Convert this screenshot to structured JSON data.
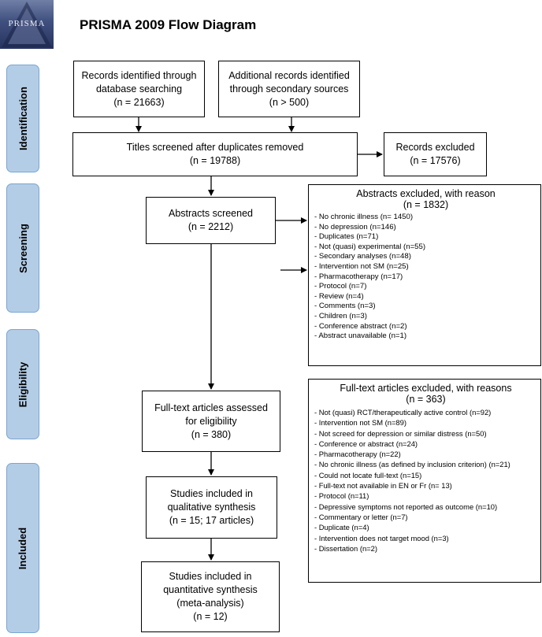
{
  "logo": {
    "text": "PRISMA"
  },
  "title": "PRISMA 2009 Flow Diagram",
  "stages": {
    "identification": "Identification",
    "screening": "Screening",
    "eligibility": "Eligibility",
    "included": "Included"
  },
  "boxes": {
    "db_search": [
      "Records identified through",
      "database searching",
      "(n = 21663)"
    ],
    "other_sources": [
      "Additional records identified",
      "through secondary sources",
      "(n > 500)"
    ],
    "after_duplicates": [
      "Titles screened after duplicates removed",
      "(n = 19788)"
    ],
    "records_excluded": [
      "Records excluded",
      "(n = 17576)"
    ],
    "abstracts_screened": [
      "Abstracts screened",
      "(n = 2212)"
    ],
    "fulltext_assessed": [
      "Full-text articles assessed",
      "for eligibility",
      "(n = 380)"
    ],
    "qualitative": [
      "Studies included in",
      "qualitative synthesis",
      "(n = 15; 17 articles)"
    ],
    "quantitative": [
      "Studies included in",
      "quantitative synthesis",
      "(meta-analysis)",
      "(n = 12)"
    ]
  },
  "abstracts_excluded": {
    "heading": "Abstracts excluded, with reason",
    "count": "(n = 1832)",
    "reasons": [
      "-  No chronic illness (n= 1450)",
      "-  No depression (n=146)",
      "-  Duplicates (n=71)",
      "-  Not (quasi) experimental (n=55)",
      "-  Secondary analyses (n=48)",
      "-  Intervention not SM (n=25)",
      "-  Pharmacotherapy (n=17)",
      "-  Protocol (n=7)",
      "-  Review (n=4)",
      "-  Comments (n=3)",
      "-  Children (n=3)",
      "-  Conference abstract (n=2)",
      "-  Abstract unavailable (n=1)"
    ]
  },
  "fulltext_excluded": {
    "heading": "Full-text articles excluded, with reasons",
    "count": "(n = 363)",
    "reasons": [
      "-  Not (quasi) RCT/therapeutically active control (n=92)",
      "-  Intervention not SM (n=89)",
      "-  Not screed for depression or similar distress (n=50)",
      "-  Conference or abstract (n=24)",
      "-  Pharmacotherapy (n=22)",
      "-  No chronic illness (as defined by inclusion criterion) (n=21)",
      "-  Could not locate full-text (n=15)",
      "-  Full-text not available in EN or Fr (n= 13)",
      "-  Protocol (n=11)",
      "-  Depressive symptoms not reported as outcome (n=10)",
      "-  Commentary or letter (n=7)",
      "-  Duplicate (n=4)",
      "-  Intervention does not target mood (n=3)",
      "-  Dissertation (n=2)"
    ]
  }
}
